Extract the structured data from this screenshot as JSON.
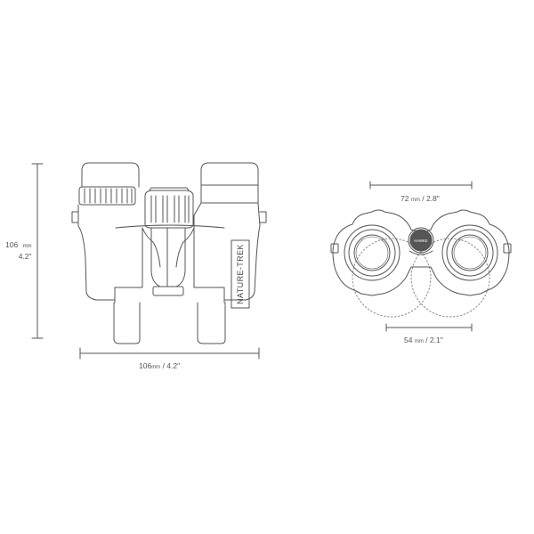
{
  "colors": {
    "line": "#555555",
    "text": "#555555",
    "background": "#ffffff"
  },
  "product_label": "NATURE-TREK",
  "brand_badge": "HAWKE",
  "dimensions": {
    "height": {
      "value": "106",
      "unit": "mm",
      "imperial": "4.2\""
    },
    "width": {
      "value": "106",
      "unit": "mm",
      "imperial": "/ 4.2\""
    },
    "objective_span": {
      "value": "72",
      "unit": "mm",
      "imperial": "/ 2.8\""
    },
    "ipd_min": {
      "value": "54",
      "unit": "mm",
      "imperial": "/ 2.1\""
    }
  }
}
